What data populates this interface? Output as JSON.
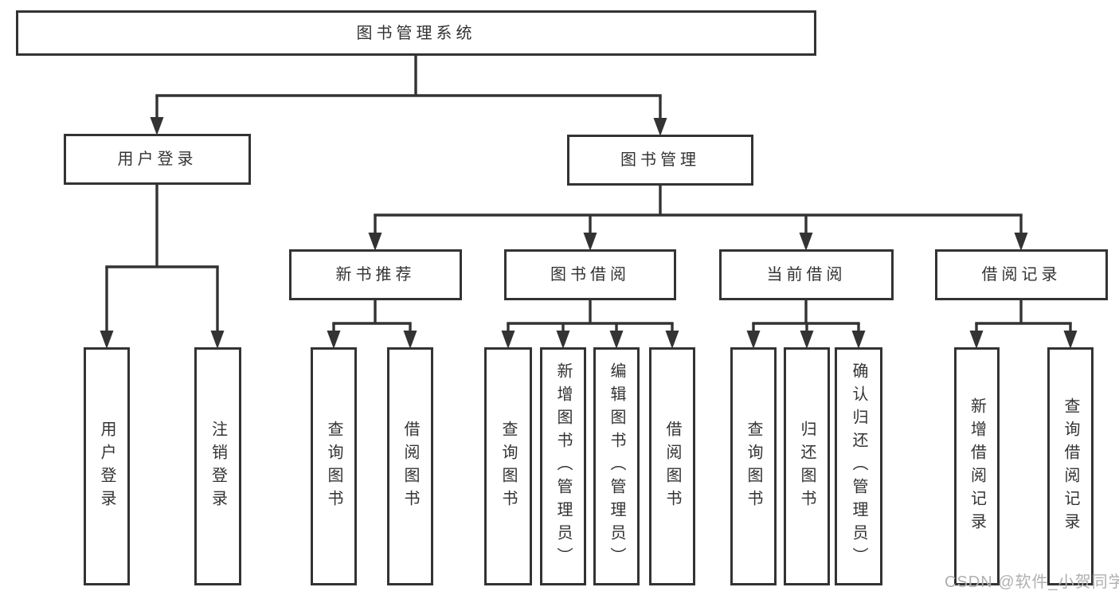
{
  "diagram": {
    "type": "tree",
    "title": "图书管理系统"
  },
  "colors": {
    "line": "#333333",
    "text": "#333333",
    "background": "#ffffff",
    "watermark": "#b0b0b0"
  },
  "tree": {
    "root": {
      "label": "图书管理系统",
      "children": [
        {
          "label": "用户登录",
          "children": [
            {
              "label": "用户登录"
            },
            {
              "label": "注销登录"
            }
          ]
        },
        {
          "label": "图书管理",
          "children": [
            {
              "label": "新书推荐",
              "children": [
                {
                  "label": "查询图书"
                },
                {
                  "label": "借阅图书"
                }
              ]
            },
            {
              "label": "图书借阅",
              "children": [
                {
                  "label": "查询图书"
                },
                {
                  "label": "新增图书（管理员）"
                },
                {
                  "label": "编辑图书（管理员）"
                },
                {
                  "label": "借阅图书"
                }
              ]
            },
            {
              "label": "当前借阅",
              "children": [
                {
                  "label": "查询图书"
                },
                {
                  "label": "归还图书"
                },
                {
                  "label": "确认归还（管理员）"
                }
              ]
            },
            {
              "label": "借阅记录",
              "children": [
                {
                  "label": "新增借阅记录"
                },
                {
                  "label": "查询借阅记录"
                }
              ]
            }
          ]
        }
      ]
    }
  },
  "watermark": "CSDN @软件_小贺同学"
}
